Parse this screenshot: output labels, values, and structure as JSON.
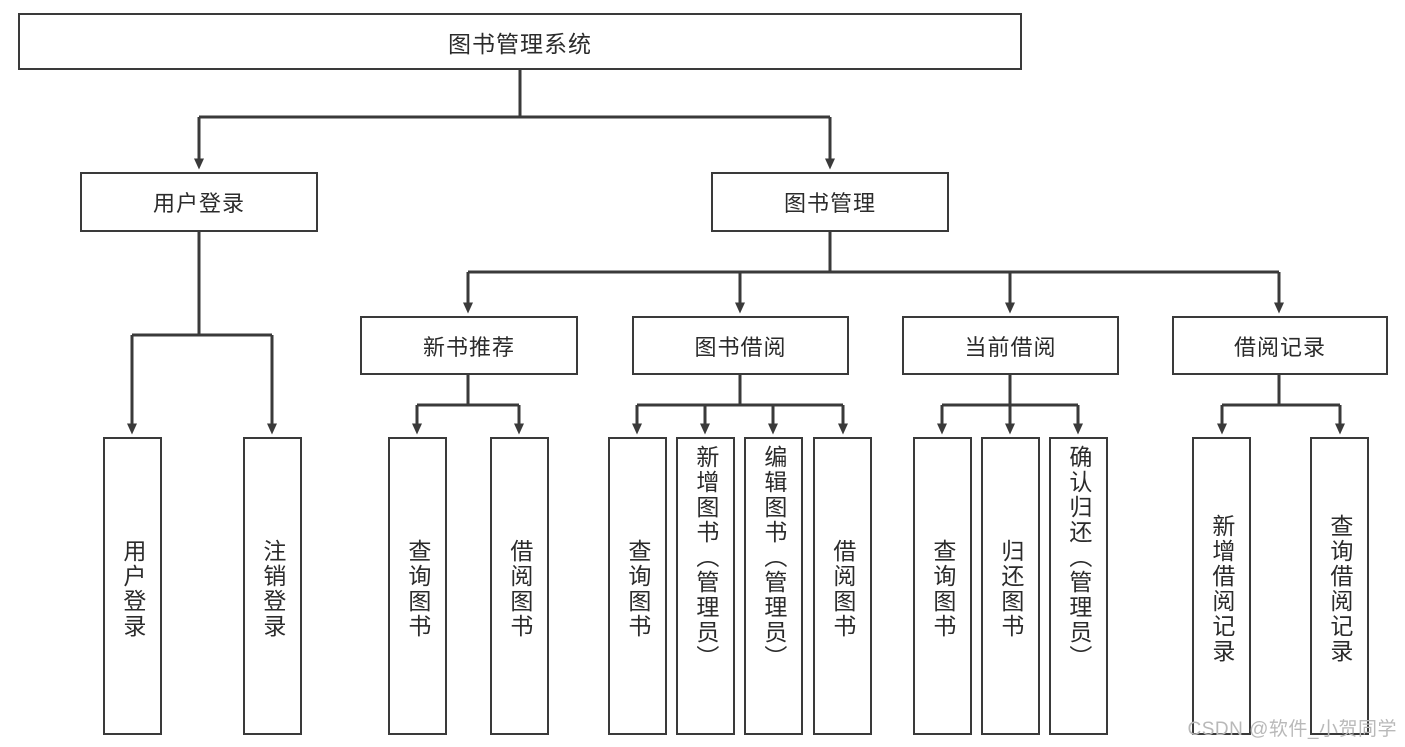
{
  "diagram": {
    "title": "图书管理系统",
    "type": "hierarchy-tree",
    "root": {
      "label": "图书管理系统"
    },
    "level2": [
      {
        "label": "用户登录"
      },
      {
        "label": "图书管理"
      }
    ],
    "level3": [
      {
        "label": "新书推荐"
      },
      {
        "label": "图书借阅"
      },
      {
        "label": "当前借阅"
      },
      {
        "label": "借阅记录"
      }
    ],
    "leaves": {
      "user_login": [
        {
          "label": "用户登录"
        },
        {
          "label": "注销登录"
        }
      ],
      "new_book_recommend": [
        {
          "label": "查询图书"
        },
        {
          "label": "借阅图书"
        }
      ],
      "book_borrow": [
        {
          "label": "查询图书"
        },
        {
          "label": "新增图书（管理员）"
        },
        {
          "label": "编辑图书（管理员）"
        },
        {
          "label": "借阅图书"
        }
      ],
      "current_borrow": [
        {
          "label": "查询图书"
        },
        {
          "label": "归还图书"
        },
        {
          "label": "确认归还（管理员）"
        }
      ],
      "borrow_record": [
        {
          "label": "新增借阅记录"
        },
        {
          "label": "查询借阅记录"
        }
      ]
    }
  },
  "watermark": {
    "text": "CSDN @软件_小贺同学"
  },
  "colors": {
    "line": "#3a3a3a",
    "text": "#2b2b2b",
    "background": "#ffffff",
    "watermark": "#b9b9b9"
  }
}
